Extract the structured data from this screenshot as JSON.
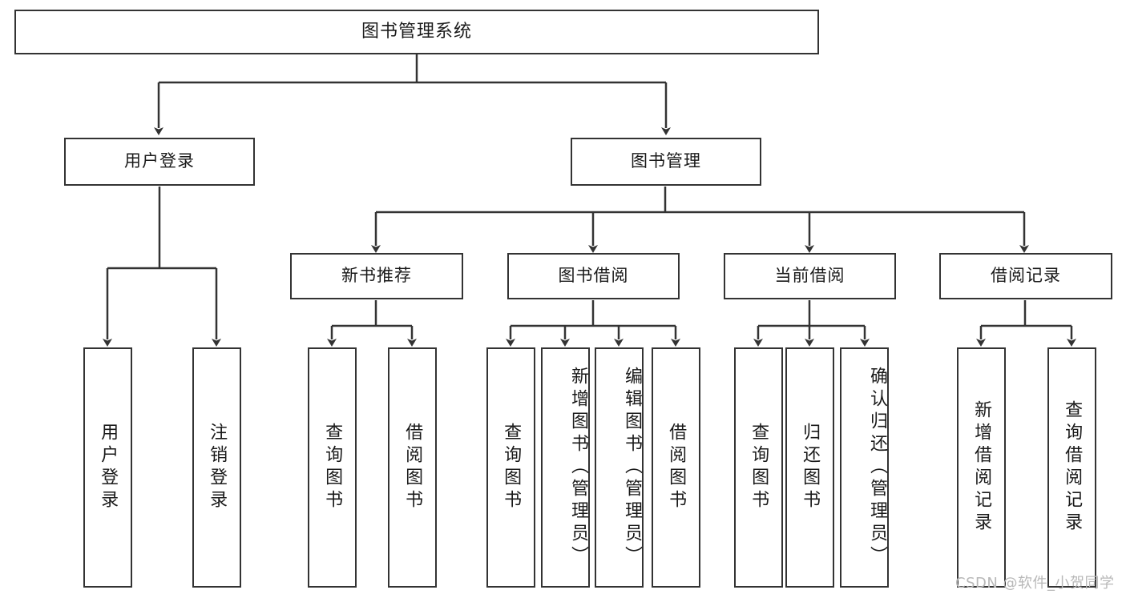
{
  "diagram": {
    "title": "图书管理系统",
    "type": "tree-hierarchy-diagram",
    "root": {
      "label": "图书管理系统"
    },
    "level1": [
      {
        "label": "用户登录"
      },
      {
        "label": "图书管理"
      }
    ],
    "level2": [
      {
        "label": "新书推荐"
      },
      {
        "label": "图书借阅"
      },
      {
        "label": "当前借阅"
      },
      {
        "label": "借阅记录"
      }
    ],
    "leaves": {
      "user_login": [
        {
          "label": "用户登录"
        },
        {
          "label": "注销登录"
        }
      ],
      "new_book_recommend": [
        {
          "label": "查询图书"
        },
        {
          "label": "借阅图书"
        }
      ],
      "book_borrow": [
        {
          "label": "查询图书"
        },
        {
          "label": "新增图书（管理员）"
        },
        {
          "label": "编辑图书（管理员）"
        },
        {
          "label": "借阅图书"
        }
      ],
      "current_borrow": [
        {
          "label": "查询图书"
        },
        {
          "label": "归还图书"
        },
        {
          "label": "确认归还（管理员）"
        }
      ],
      "borrow_record": [
        {
          "label": "新增借阅记录"
        },
        {
          "label": "查询借阅记录"
        }
      ]
    }
  },
  "watermark": {
    "text": "CSDN @软件_小贺同学"
  },
  "colors": {
    "stroke": "#333333",
    "background": "#ffffff",
    "text": "#1a1a1a",
    "watermark": "#b8b8b8"
  }
}
